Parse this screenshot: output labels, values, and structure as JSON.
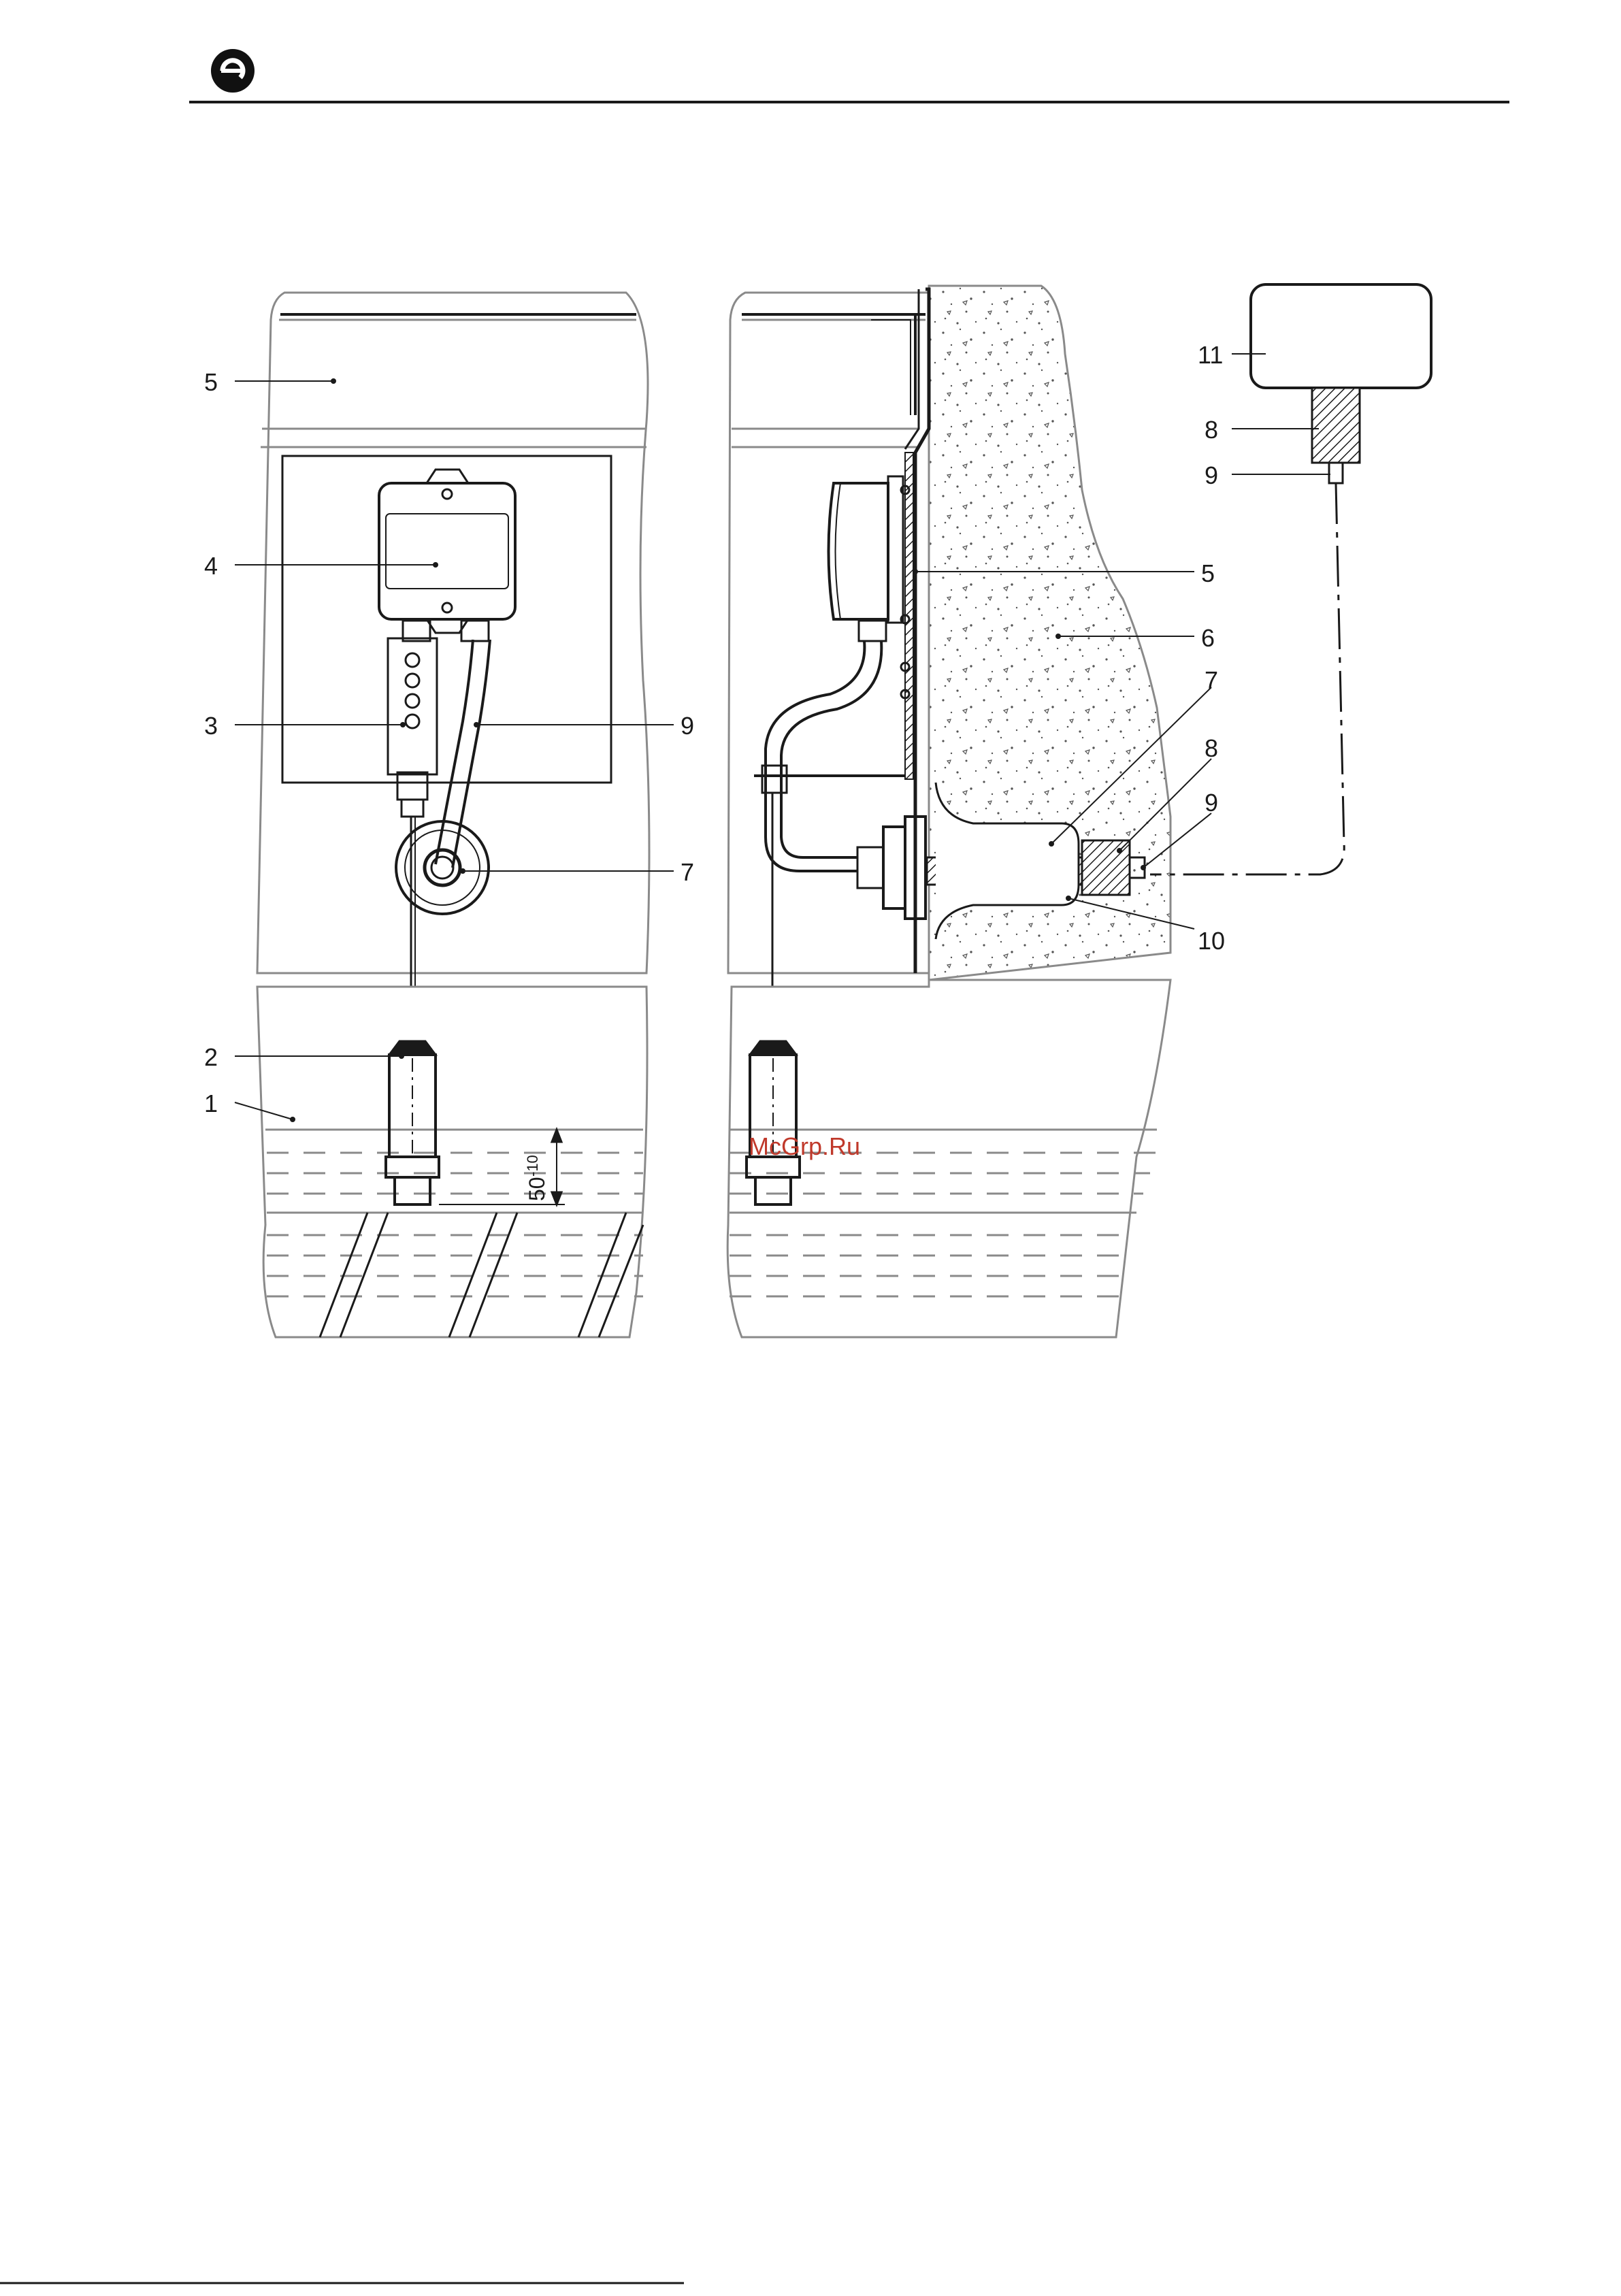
{
  "header": {
    "logo_icon": "e-logo-icon"
  },
  "colors": {
    "line": "#1a1a1a",
    "grey": "#8a8a8a",
    "watermark": "#c0392b"
  },
  "left_view": {
    "labels": {
      "l1": "1",
      "l2": "2",
      "l3": "3",
      "l4": "4",
      "l5": "5",
      "l7": "7",
      "l9": "9"
    },
    "dimension": {
      "value": "50",
      "tolerance": "-10"
    }
  },
  "right_view": {
    "labels": {
      "l5": "5",
      "l6": "6",
      "l7": "7",
      "l8": "8",
      "l9": "9",
      "l10": "10"
    }
  },
  "detail": {
    "labels": {
      "l11": "11",
      "l8": "8",
      "l9": "9"
    }
  },
  "watermark": "McGrp.Ru"
}
